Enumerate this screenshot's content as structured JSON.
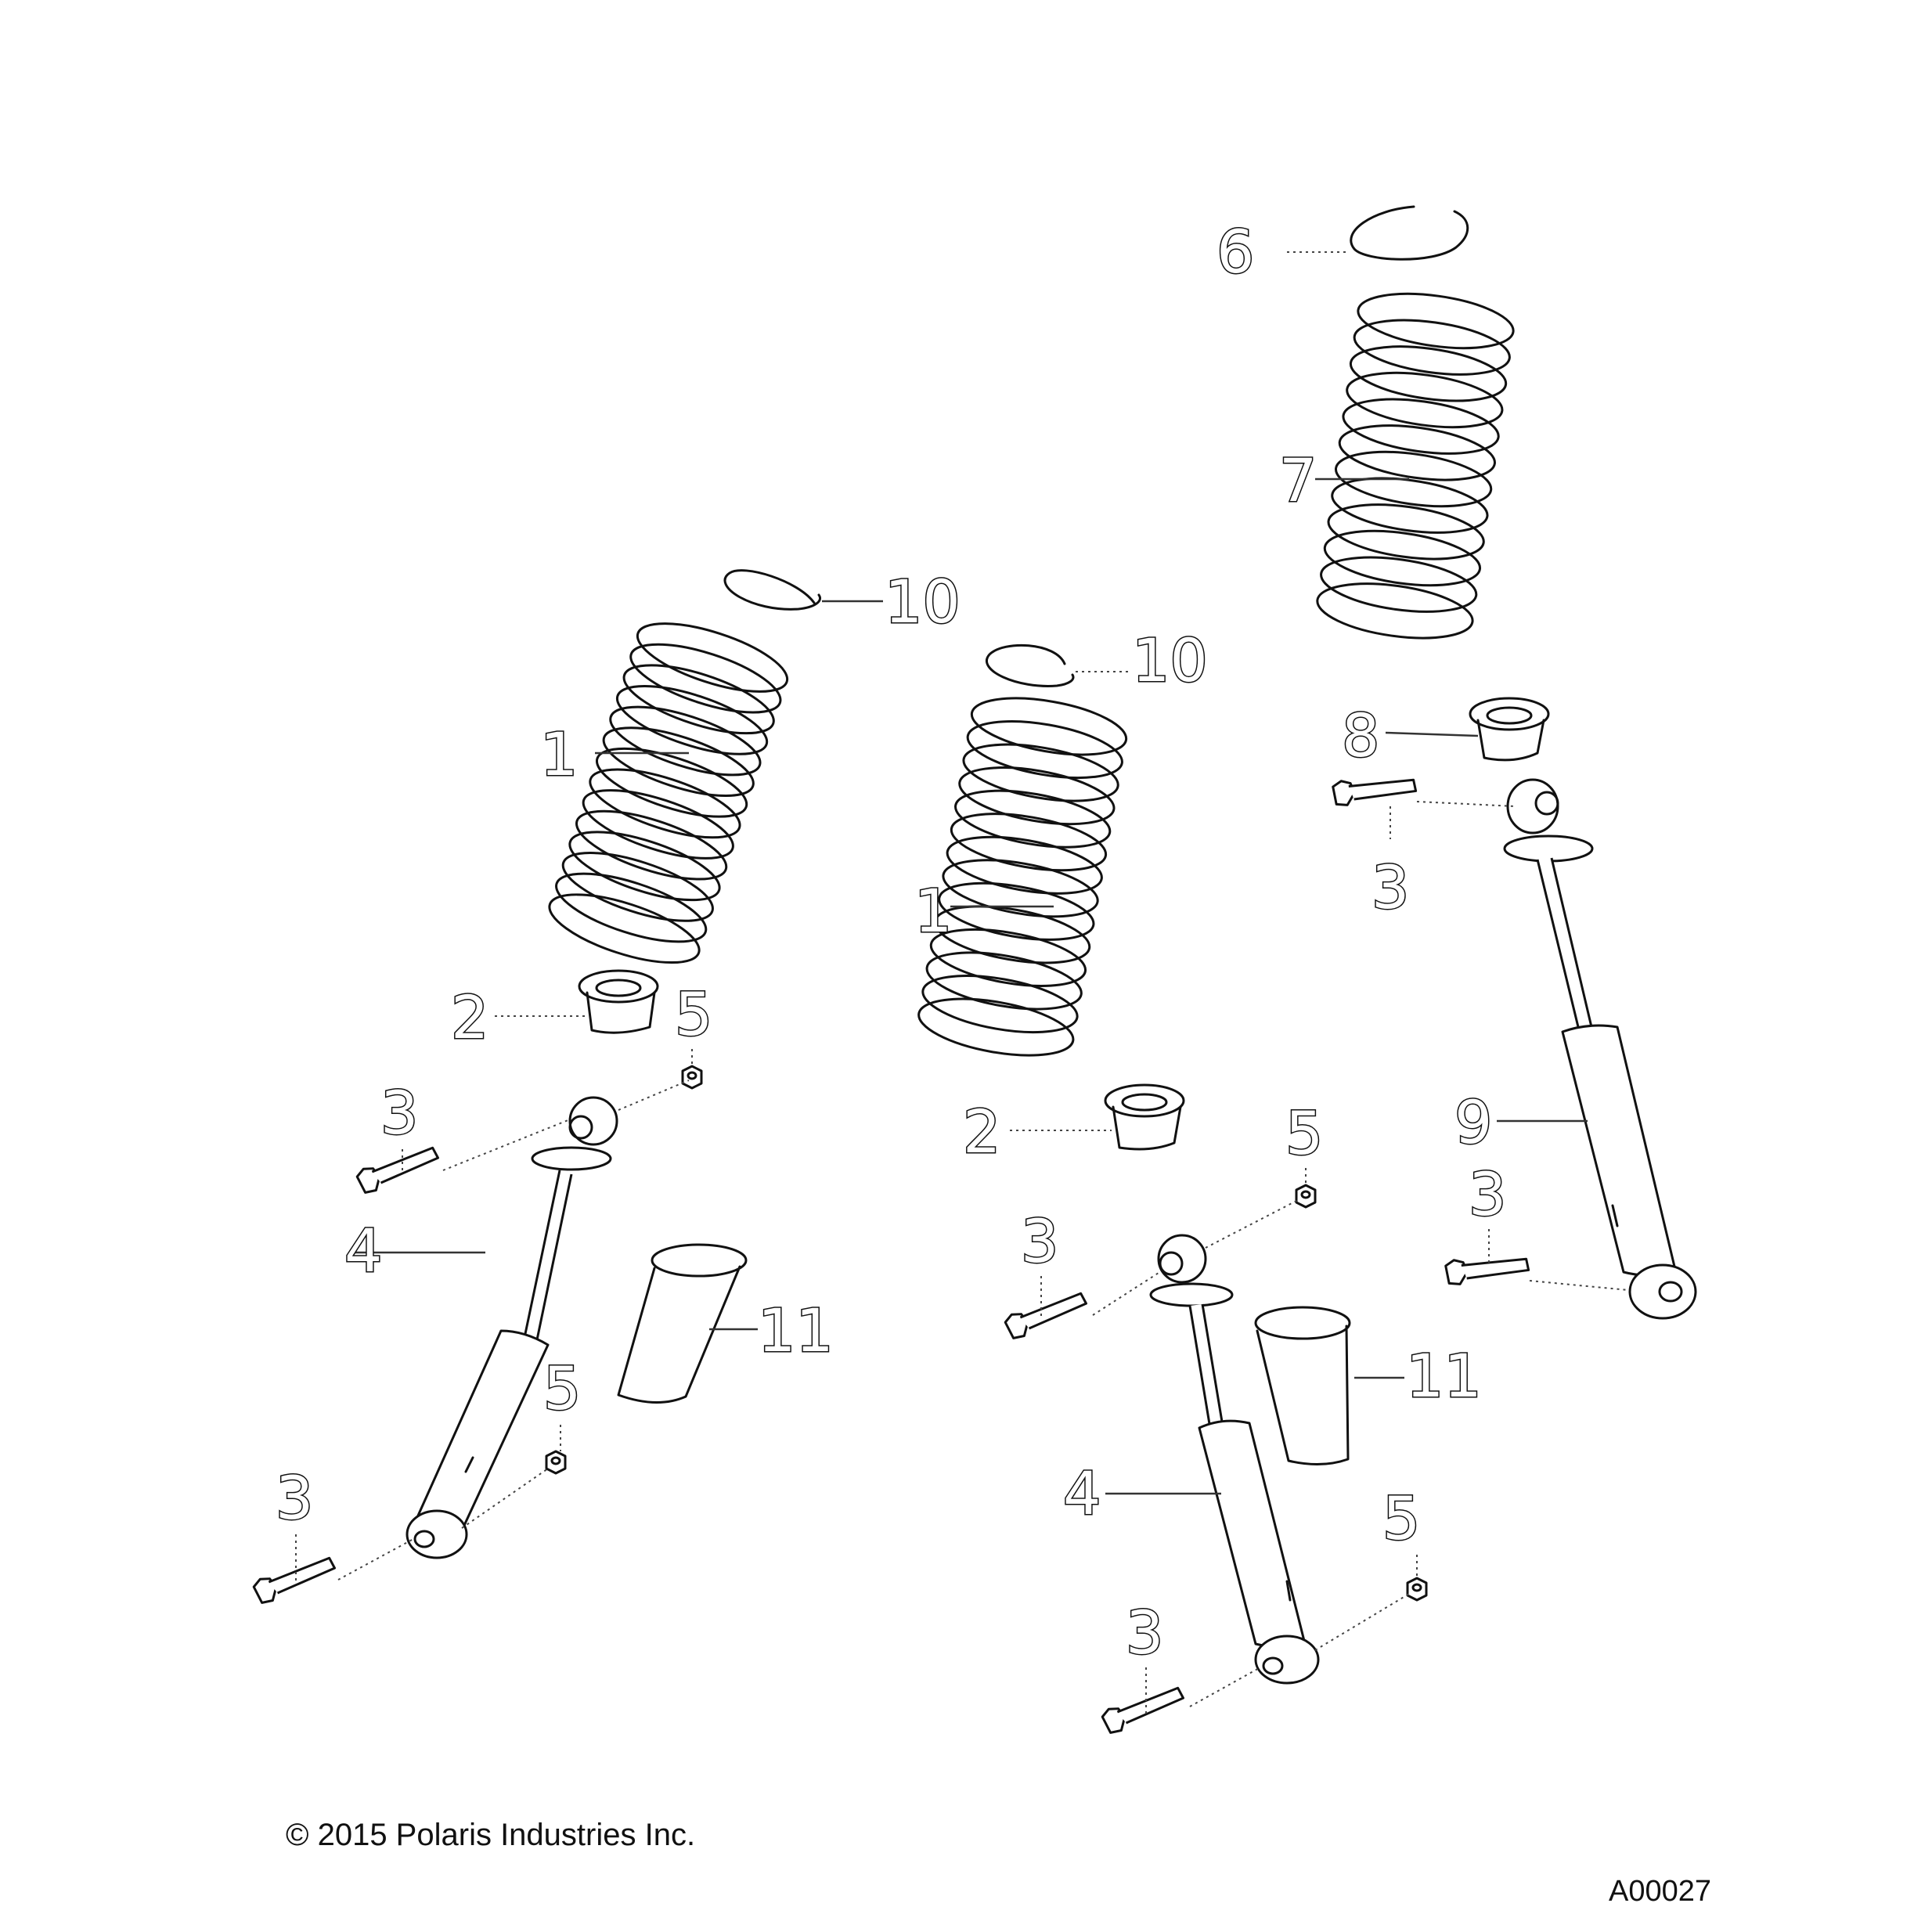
{
  "callouts": {
    "c1a": "1",
    "c1b": "1",
    "c2a": "2",
    "c2b": "2",
    "c3a": "3",
    "c3b": "3",
    "c3c": "3",
    "c3d": "3",
    "c3e": "3",
    "c3f": "3",
    "c4a": "4",
    "c4b": "4",
    "c5a": "5",
    "c5b": "5",
    "c5c": "5",
    "c5d": "5",
    "c6": "6",
    "c7": "7",
    "c8": "8",
    "c9": "9",
    "c10a": "10",
    "c10b": "10",
    "c11a": "11",
    "c11b": "11"
  },
  "footer": {
    "copyright": "© 2015 Polaris Industries Inc.",
    "figure_id": "A00027"
  }
}
